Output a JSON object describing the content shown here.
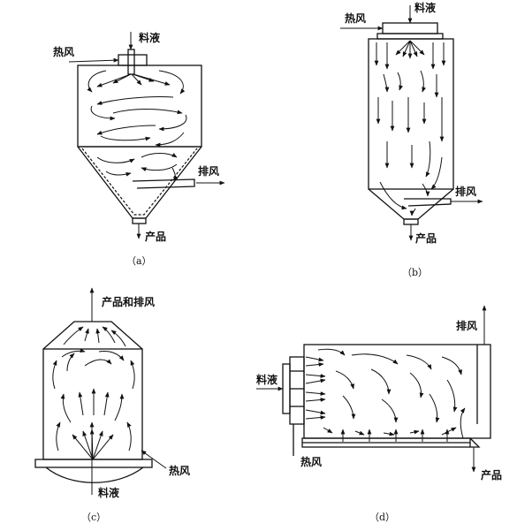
{
  "diagrams": {
    "a": {
      "caption": "（a）",
      "labels": {
        "feed": "料液",
        "hot_air": "热风",
        "exhaust": "排风",
        "product": "产品"
      }
    },
    "b": {
      "caption": "（b）",
      "labels": {
        "feed": "料液",
        "hot_air": "热风",
        "exhaust": "排风",
        "product": "产品"
      }
    },
    "c": {
      "caption": "（c）",
      "labels": {
        "product_exhaust": "产品和排风",
        "hot_air": "热风",
        "feed": "料液"
      }
    },
    "d": {
      "caption": "（d）",
      "labels": {
        "exhaust": "排风",
        "feed": "料液",
        "hot_air": "热风",
        "product": "产品"
      }
    }
  }
}
